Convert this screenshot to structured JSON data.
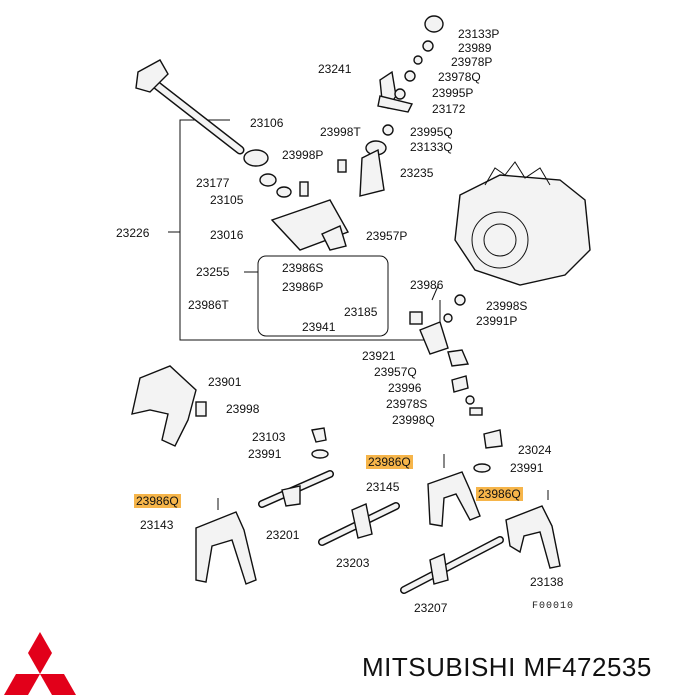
{
  "brand": {
    "name": "MITSUBISHI",
    "part_number": "MF472535",
    "logo_color": "#e2001a"
  },
  "diagram_code": "F00010",
  "highlight_color": "#f6b54a",
  "labels": [
    {
      "id": "23133P",
      "text": "23133P",
      "highlight": false
    },
    {
      "id": "23989",
      "text": "23989",
      "highlight": false
    },
    {
      "id": "23978P",
      "text": "23978P",
      "highlight": false
    },
    {
      "id": "23241",
      "text": "23241",
      "highlight": false
    },
    {
      "id": "23978Q",
      "text": "23978Q",
      "highlight": false
    },
    {
      "id": "23995P",
      "text": "23995P",
      "highlight": false
    },
    {
      "id": "23172",
      "text": "23172",
      "highlight": false
    },
    {
      "id": "23106",
      "text": "23106",
      "highlight": false
    },
    {
      "id": "23998T",
      "text": "23998T",
      "highlight": false
    },
    {
      "id": "23995Q",
      "text": "23995Q",
      "highlight": false
    },
    {
      "id": "23133Q",
      "text": "23133Q",
      "highlight": false
    },
    {
      "id": "23998P",
      "text": "23998P",
      "highlight": false
    },
    {
      "id": "23235",
      "text": "23235",
      "highlight": false
    },
    {
      "id": "23177",
      "text": "23177",
      "highlight": false
    },
    {
      "id": "23105",
      "text": "23105",
      "highlight": false
    },
    {
      "id": "23226",
      "text": "23226",
      "highlight": false
    },
    {
      "id": "23016",
      "text": "23016",
      "highlight": false
    },
    {
      "id": "23957P",
      "text": "23957P",
      "highlight": false
    },
    {
      "id": "23255",
      "text": "23255",
      "highlight": false
    },
    {
      "id": "23986S",
      "text": "23986S",
      "highlight": false
    },
    {
      "id": "23986P",
      "text": "23986P",
      "highlight": false
    },
    {
      "id": "23986",
      "text": "23986",
      "highlight": false
    },
    {
      "id": "23998S",
      "text": "23998S",
      "highlight": false
    },
    {
      "id": "23986T",
      "text": "23986T",
      "highlight": false
    },
    {
      "id": "23185",
      "text": "23185",
      "highlight": false
    },
    {
      "id": "23991P",
      "text": "23991P",
      "highlight": false
    },
    {
      "id": "23941",
      "text": "23941",
      "highlight": false
    },
    {
      "id": "23921",
      "text": "23921",
      "highlight": false
    },
    {
      "id": "23957Q",
      "text": "23957Q",
      "highlight": false
    },
    {
      "id": "23901",
      "text": "23901",
      "highlight": false
    },
    {
      "id": "23996",
      "text": "23996",
      "highlight": false
    },
    {
      "id": "23978S",
      "text": "23978S",
      "highlight": false
    },
    {
      "id": "23998",
      "text": "23998",
      "highlight": false
    },
    {
      "id": "23998Q",
      "text": "23998Q",
      "highlight": false
    },
    {
      "id": "23103",
      "text": "23103",
      "highlight": false
    },
    {
      "id": "23024",
      "text": "23024",
      "highlight": false
    },
    {
      "id": "23991",
      "text": "23991",
      "highlight": false
    },
    {
      "id": "23986Q_a",
      "text": "23986Q",
      "highlight": true
    },
    {
      "id": "23991b",
      "text": "23991",
      "highlight": false
    },
    {
      "id": "23145",
      "text": "23145",
      "highlight": false
    },
    {
      "id": "23986Q_b",
      "text": "23986Q",
      "highlight": true
    },
    {
      "id": "23986Q_c",
      "text": "23986Q",
      "highlight": true
    },
    {
      "id": "23143",
      "text": "23143",
      "highlight": false
    },
    {
      "id": "23201",
      "text": "23201",
      "highlight": false
    },
    {
      "id": "23203",
      "text": "23203",
      "highlight": false
    },
    {
      "id": "23138",
      "text": "23138",
      "highlight": false
    },
    {
      "id": "23207",
      "text": "23207",
      "highlight": false
    }
  ]
}
